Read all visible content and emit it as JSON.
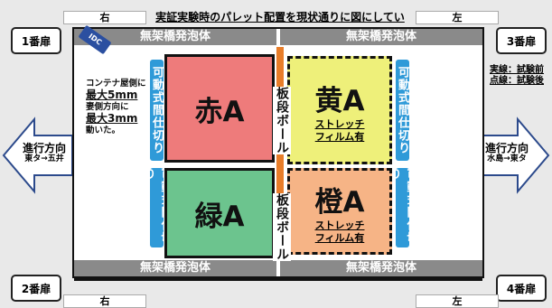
{
  "header": {
    "left_tab": "右",
    "title": "実証実験時のパレット配置を現状通りに図にしている",
    "right_tab": "左"
  },
  "footer": {
    "left_tab": "右",
    "right_tab": "左"
  },
  "doors": {
    "d1": "1番扉",
    "d2": "2番扉",
    "d3": "3番扉",
    "d4": "4番扉"
  },
  "legend": {
    "line1": "実線：試験前",
    "line2": "点線：試験後"
  },
  "note": {
    "l1": "コンテナ屋側に",
    "l2": "最大5mm",
    "l3": "妻側方向に",
    "l4": "最大3mm",
    "l5": "動いた。"
  },
  "badge": "IDC",
  "bands": {
    "top_left": "無架橋発泡体",
    "top_right": "無架橋発泡体",
    "bottom_left": "無架橋発泡体",
    "bottom_right": "無架橋発泡体"
  },
  "pallets": {
    "red": "赤A",
    "yellow": "黄A",
    "green": "緑A",
    "orange": "橙A",
    "film1": "ストレッチ",
    "film2": "フィルム有"
  },
  "dividers": {
    "movable": "可動式間仕切り",
    "pole": "板段ボール"
  },
  "arrows": {
    "left_label": "進行方向",
    "left_sub": "東タ→五井",
    "right_label": "進行方向",
    "right_sub": "水島→東タ"
  },
  "colors": {
    "red": "#ee7b7b",
    "yellow": "#eef07a",
    "green": "#6cc48e",
    "orange": "#f6b486",
    "blue": "#2f9ad8",
    "pole": "#e87d2a"
  }
}
